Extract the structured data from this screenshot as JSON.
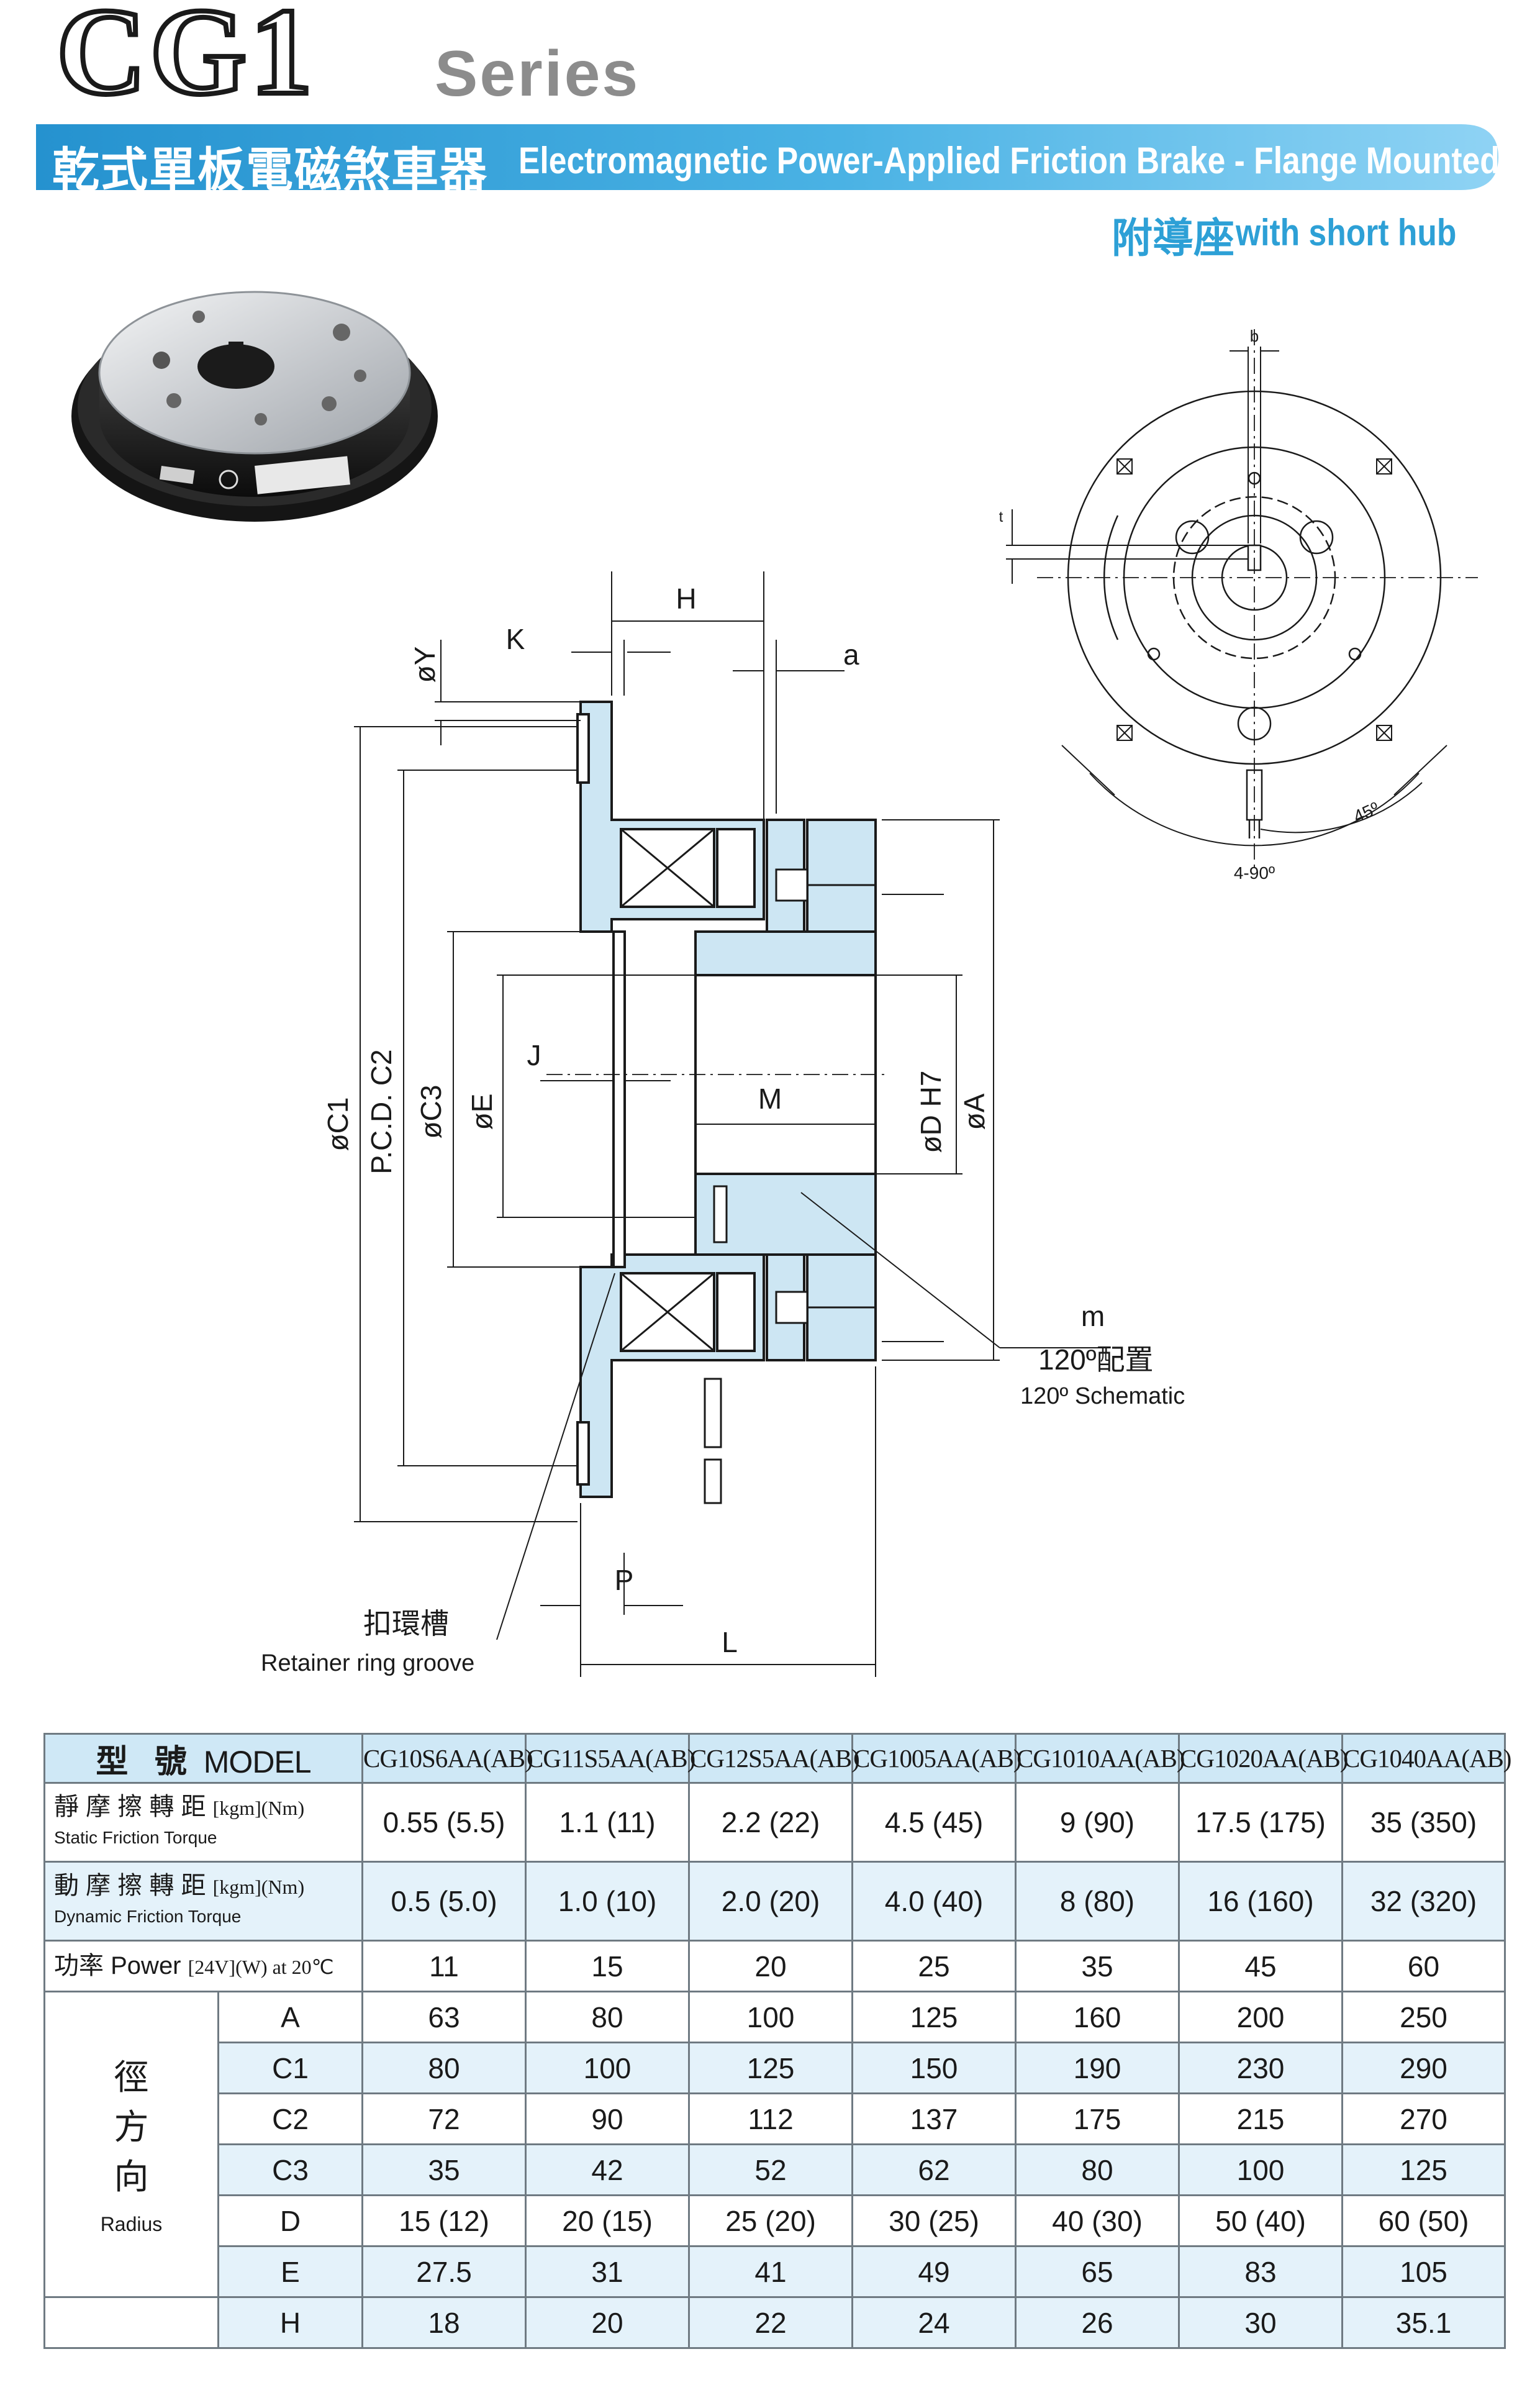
{
  "header": {
    "logo_text": "CG1",
    "series": "Series",
    "title_zh": "乾式單板電磁煞車器",
    "title_en": "Electromagnetic Power-Applied Friction Brake - Flange Mounted",
    "hub_zh": "附導座",
    "hub_en": "with short hub"
  },
  "front_view": {
    "labels": {
      "b": "b",
      "t": "t",
      "angle45": "45º",
      "angle490": "4-90º"
    }
  },
  "section_view": {
    "labels": {
      "H": "H",
      "K": "K",
      "Y": "øY",
      "a": "a",
      "C1": "øC1",
      "C2": "P.C.D. C2",
      "C3": "øC3",
      "E": "øE",
      "J": "J",
      "M": "M",
      "D": "øD H7",
      "A": "øA",
      "m": "m",
      "schematic_zh": "120º配置",
      "schematic_en": "120º Schematic",
      "P": "P",
      "L": "L",
      "groove_zh": "扣環槽",
      "groove_en": "Retainer ring groove"
    }
  },
  "table": {
    "model_label_zh": "型 號",
    "model_label_en": "MODEL",
    "models": [
      "CG10S6AA(AB)",
      "CG11S5AA(AB)",
      "CG12S5AA(AB)",
      "CG1005AA(AB)",
      "CG1010AA(AB)",
      "CG1020AA(AB)",
      "CG1040AA(AB)"
    ],
    "static": {
      "zh": "靜 摩 擦 轉 距",
      "en": "Static Friction Torque",
      "unit": "[kgm](Nm)",
      "values": [
        "0.55 (5.5)",
        "1.1 (11)",
        "2.2 (22)",
        "4.5 (45)",
        "9 (90)",
        "17.5 (175)",
        "35 (350)"
      ]
    },
    "dynamic": {
      "zh": "動 摩 擦 轉 距",
      "en": "Dynamic Friction Torque",
      "unit": "[kgm](Nm)",
      "values": [
        "0.5 (5.0)",
        "1.0 (10)",
        "2.0 (20)",
        "4.0 (40)",
        "8 (80)",
        "16 (160)",
        "32 (320)"
      ]
    },
    "power": {
      "zh": "功率",
      "en": "Power",
      "unit": "[24V](W) at 20℃",
      "values": [
        "11",
        "15",
        "20",
        "25",
        "35",
        "45",
        "60"
      ]
    },
    "radius_group": {
      "zh1": "徑",
      "zh2": "方",
      "zh3": "向",
      "en": "Radius"
    },
    "rows": [
      {
        "label": "A",
        "values": [
          "63",
          "80",
          "100",
          "125",
          "160",
          "200",
          "250"
        ]
      },
      {
        "label": "C1",
        "values": [
          "80",
          "100",
          "125",
          "150",
          "190",
          "230",
          "290"
        ]
      },
      {
        "label": "C2",
        "values": [
          "72",
          "90",
          "112",
          "137",
          "175",
          "215",
          "270"
        ]
      },
      {
        "label": "C3",
        "values": [
          "35",
          "42",
          "52",
          "62",
          "80",
          "100",
          "125"
        ]
      },
      {
        "label": "D",
        "values": [
          "15 (12)",
          "20 (15)",
          "25 (20)",
          "30 (25)",
          "40 (30)",
          "50 (40)",
          "60 (50)"
        ]
      },
      {
        "label": "E",
        "values": [
          "27.5",
          "31",
          "41",
          "49",
          "65",
          "83",
          "105"
        ]
      },
      {
        "label": "H",
        "values": [
          "18",
          "20",
          "22",
          "24",
          "26",
          "30",
          "35.1"
        ]
      }
    ]
  }
}
